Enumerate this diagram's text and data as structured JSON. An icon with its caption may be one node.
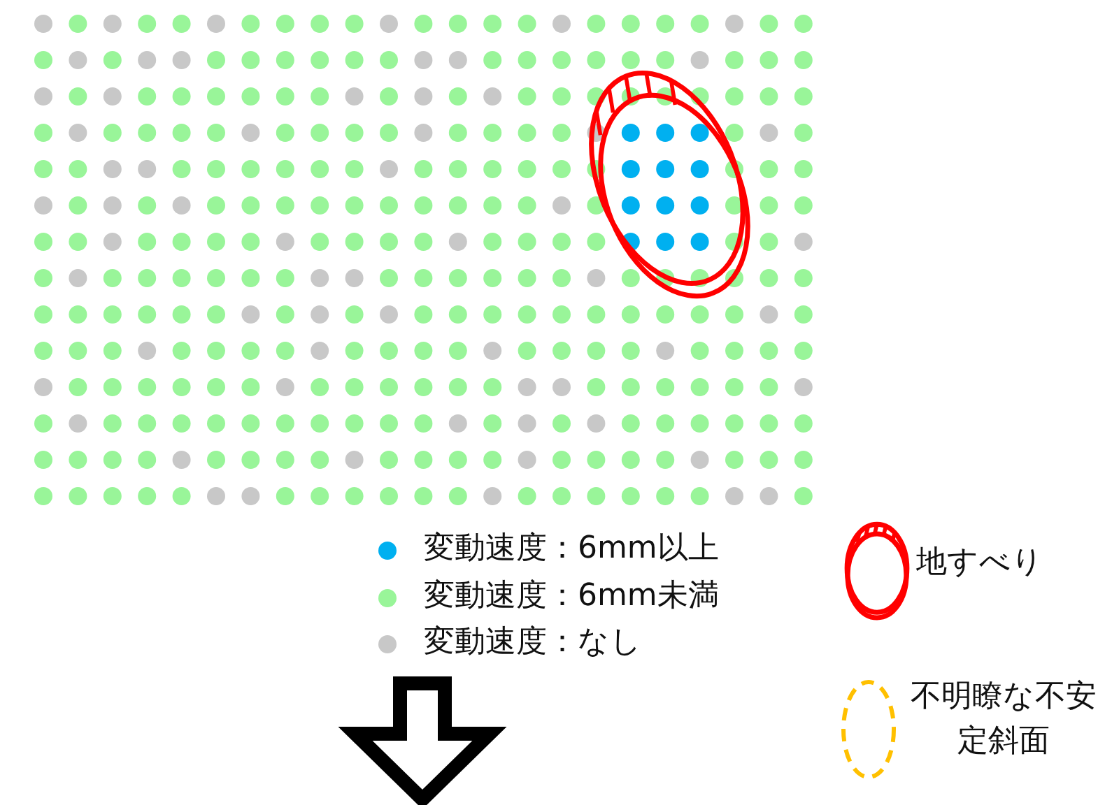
{
  "diagram": {
    "legend": [
      {
        "text": "変動速度：6mm以上",
        "color": "#00b0f0"
      },
      {
        "text": "変動速度：6mm未満",
        "color": "#99f599"
      },
      {
        "text": "変動速度：なし",
        "color": "#c8c8c8"
      },
      {
        "text": "地すべり"
      },
      {
        "text": "不明瞭な不安定斜面"
      }
    ]
  }
}
